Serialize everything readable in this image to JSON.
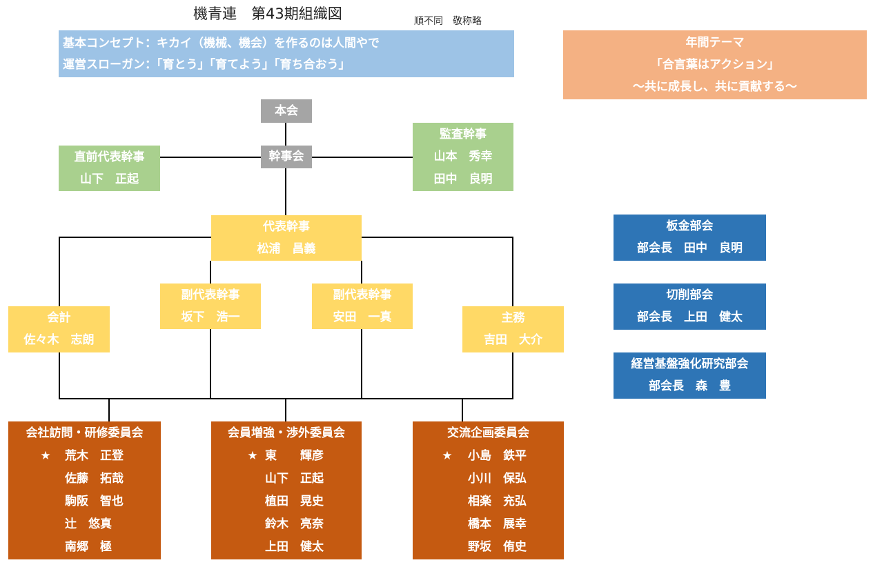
{
  "header": {
    "title": "機青連　第43期組織図",
    "note": "順不同　敬称略"
  },
  "concept": {
    "line1": "基本コンセプト：キカイ（機械、機会）を作るのは人間やで",
    "line2": "運営スローガン：「育とう」「育てよう」「育ち合おう」"
  },
  "theme": {
    "label": "年間テーマ",
    "main": "「合言葉はアクション」",
    "sub": "～共に成長し、共に貢献する～"
  },
  "org": {
    "honkai": "本会",
    "kanjikai": "幹事会",
    "previous": {
      "title": "直前代表幹事",
      "name": "山下　正起"
    },
    "auditor": {
      "title": "監査幹事",
      "names": [
        "山本　秀幸",
        "田中　良明"
      ]
    },
    "leader": {
      "title": "代表幹事",
      "name": "松浦　昌義"
    },
    "vice1": {
      "title": "副代表幹事",
      "name": "坂下　浩一"
    },
    "vice2": {
      "title": "副代表幹事",
      "name": "安田　一真"
    },
    "accounting": {
      "title": "会計",
      "name": "佐々木　志朗"
    },
    "secretary": {
      "title": "主務",
      "name": "吉田　大介"
    }
  },
  "bukai": [
    {
      "name": "板金部会",
      "head": "部会長　田中　良明"
    },
    {
      "name": "切削部会",
      "head": "部会長　上田　健太"
    },
    {
      "name": "経営基盤強化研究部会",
      "head": "部会長　森　豊"
    }
  ],
  "committees": [
    {
      "name": "会社訪問・研修委員会",
      "star": "★",
      "members": [
        "荒木　正登",
        "佐藤　拓哉",
        "駒阪　智也",
        "辻　悠真",
        "南郷　極"
      ]
    },
    {
      "name": "会員増強・渉外委員会",
      "star": "★",
      "members": [
        "東　　輝彦",
        "山下　正起",
        "植田　晃史",
        "鈴木　亮奈",
        "上田　健太"
      ]
    },
    {
      "name": "交流企画委員会",
      "star": "★",
      "members": [
        "小島　鉄平",
        "小川　保弘",
        "相楽　充弘",
        "橋本　展幸",
        "野坂　侑史"
      ]
    }
  ],
  "colors": {
    "gray": "#A5A5A5",
    "green": "#A9D08E",
    "yellow": "#FFD966",
    "blue": "#2E75B6",
    "orange": "#C55A11",
    "concept": "#9DC3E6",
    "theme": "#F4B183"
  }
}
